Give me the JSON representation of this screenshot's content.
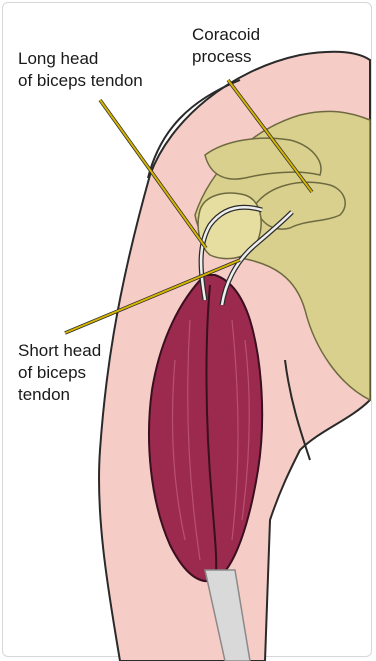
{
  "labels": {
    "long_head": [
      "Long head",
      "of biceps tendon"
    ],
    "coracoid": [
      "Coracoid",
      "process"
    ],
    "short_head": [
      "Short head",
      "of biceps",
      "tendon"
    ]
  },
  "colors": {
    "skin": "#f6cdc6",
    "bone": "#d8d08c",
    "muscle": "#9b2a4e",
    "tendon": "#eeeeee",
    "outline": "#2a2a2a",
    "pointer": "#d4b400"
  }
}
